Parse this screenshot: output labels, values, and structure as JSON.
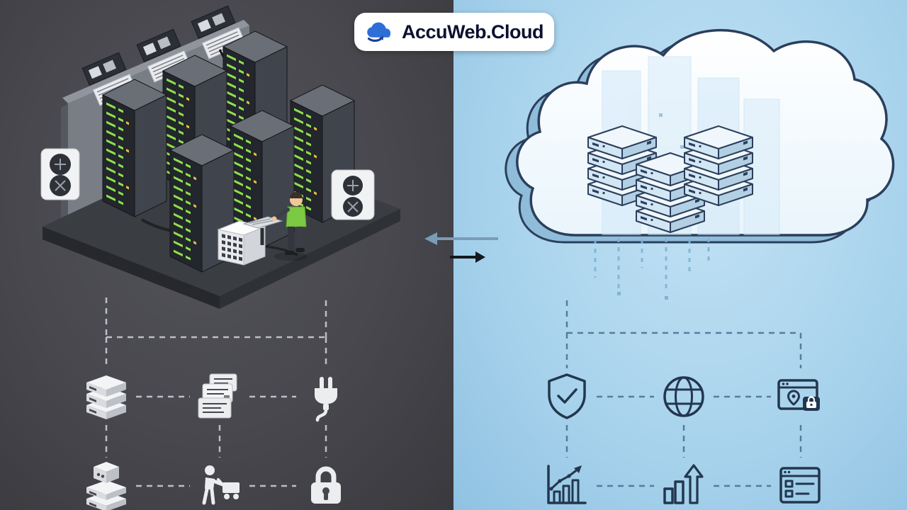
{
  "logo": {
    "text": "AccuWeb.Cloud",
    "icon": "cloud-arrow-icon"
  },
  "colors": {
    "left_bg": "#47474d",
    "right_bg": "#a7d2ec",
    "badge_bg": "#ffffff",
    "logo_blue": "#2d6ed7",
    "logo_dark_blue": "#1b3f9f",
    "logo_text_color": "#0c1030",
    "left_icon_color": "#ebedef",
    "right_icon_color": "#22374e",
    "led_green": "#8ee04c",
    "dashed_left": "#c9ccd2",
    "dashed_right": "#4f7390",
    "arrow_left_color": "#7b9cb6",
    "arrow_right_color": "#15181e",
    "cloud_outline": "#2b3f5c"
  },
  "left_panel": {
    "name": "on-premise-infrastructure",
    "illustration": "isometric-server-room-with-technician",
    "icons_row1": [
      {
        "name": "server-stack-icon"
      },
      {
        "name": "documents-icon"
      },
      {
        "name": "power-plug-icon"
      }
    ],
    "icons_row2": [
      {
        "name": "server-hardware-icon"
      },
      {
        "name": "person-cart-icon"
      },
      {
        "name": "padlock-icon"
      }
    ]
  },
  "right_panel": {
    "name": "cloud-infrastructure",
    "illustration": "cloud-with-isometric-servers",
    "icons_row1": [
      {
        "name": "shield-check-icon"
      },
      {
        "name": "globe-icon"
      },
      {
        "name": "secure-browser-icon"
      }
    ],
    "icons_row2": [
      {
        "name": "growth-chart-icon"
      },
      {
        "name": "bar-chart-up-icon"
      },
      {
        "name": "browser-list-icon"
      }
    ]
  },
  "arrows": {
    "left": "arrow-left-icon",
    "right": "arrow-right-icon"
  }
}
